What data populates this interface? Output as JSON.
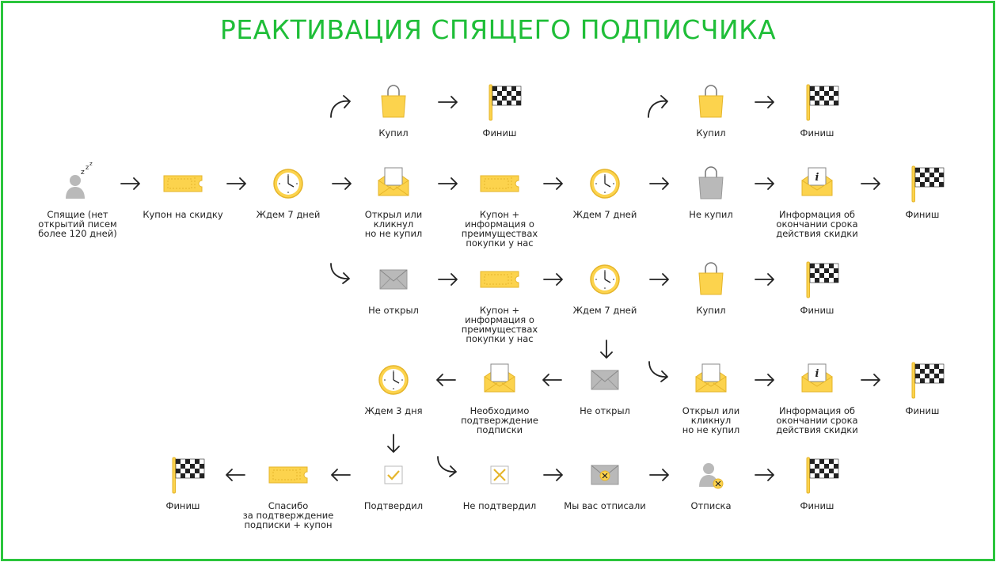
{
  "title": "РЕАКТИВАЦИЯ СПЯЩЕГО ПОДПИСЧИКА",
  "colors": {
    "accent": "#2bc53c",
    "title": "#1fbe38",
    "yellow": "#fcd34d",
    "yellow_stroke": "#e5b52b",
    "gray": "#b9b9b9",
    "dark": "#222222"
  },
  "nodes": [
    {
      "id": "n1",
      "icon": "sleeping-user-icon",
      "label": "Спящие (нет\nоткрытий писем\nболее 120 дней)"
    },
    {
      "id": "n2",
      "icon": "coupon-icon",
      "label": "Купон на скидку"
    },
    {
      "id": "n3",
      "icon": "clock-icon",
      "label": "Ждем 7 дней"
    },
    {
      "id": "n4",
      "icon": "open-letter-icon",
      "label": "Открыл или\nкликнул\nно не купил"
    },
    {
      "id": "n5",
      "icon": "coupon-icon",
      "label": "Купон +\nинформация о\nпреимуществах\nпокупки у нас"
    },
    {
      "id": "n6",
      "icon": "clock-icon",
      "label": "Ждем 7 дней"
    },
    {
      "id": "n7",
      "icon": "gray-bag-icon",
      "label": "Не купил"
    },
    {
      "id": "n8",
      "icon": "info-letter-icon",
      "label": "Информация об\nокончании срока\nдействия скидки"
    },
    {
      "id": "n9",
      "icon": "finish-flag-icon",
      "label": "Финиш"
    },
    {
      "id": "n10",
      "icon": "shopping-bag-icon",
      "label": "Купил"
    },
    {
      "id": "n11",
      "icon": "finish-flag-icon",
      "label": "Финиш"
    },
    {
      "id": "n12",
      "icon": "shopping-bag-icon",
      "label": "Купил"
    },
    {
      "id": "n13",
      "icon": "finish-flag-icon",
      "label": "Финиш"
    },
    {
      "id": "n14",
      "icon": "closed-letter-icon",
      "label": "Не открыл"
    },
    {
      "id": "n15",
      "icon": "coupon-icon",
      "label": "Купон +\nинформация о\nпреимуществах\nпокупки у нас"
    },
    {
      "id": "n16",
      "icon": "clock-icon",
      "label": "Ждем 7 дней"
    },
    {
      "id": "n17",
      "icon": "shopping-bag-icon",
      "label": "Купил"
    },
    {
      "id": "n18",
      "icon": "finish-flag-icon",
      "label": "Финиш"
    },
    {
      "id": "n19",
      "icon": "clock-icon",
      "label": "Ждем 3 дня"
    },
    {
      "id": "n20",
      "icon": "open-letter-icon",
      "label": "Необходимо\nподтверждение\nподписки"
    },
    {
      "id": "n21",
      "icon": "closed-letter-icon",
      "label": "Не открыл"
    },
    {
      "id": "n22",
      "icon": "open-letter-icon",
      "label": "Открыл или\nкликнул\nно не купил"
    },
    {
      "id": "n23",
      "icon": "info-letter-icon",
      "label": "Информация об\nокончании срока\nдействия скидки"
    },
    {
      "id": "n24",
      "icon": "finish-flag-icon",
      "label": "Финиш"
    },
    {
      "id": "n25",
      "icon": "finish-flag-icon",
      "label": "Финиш"
    },
    {
      "id": "n26",
      "icon": "coupon-icon",
      "label": "Спасибо\nза подтверждение\nподписки + купон"
    },
    {
      "id": "n27",
      "icon": "checkbox-icon",
      "label": "Подтвердил"
    },
    {
      "id": "n28",
      "icon": "cross-box-icon",
      "label": "Не подтвердил"
    },
    {
      "id": "n29",
      "icon": "unsubscribed-letter-icon",
      "label": "Мы вас отписали"
    },
    {
      "id": "n30",
      "icon": "unsubscribe-user-icon",
      "label": "Отписка"
    },
    {
      "id": "n31",
      "icon": "finish-flag-icon",
      "label": "Финиш"
    }
  ],
  "edges": [
    [
      "n1",
      "n2"
    ],
    [
      "n2",
      "n3"
    ],
    [
      "n3",
      "n4"
    ],
    [
      "n3",
      "n10"
    ],
    [
      "n3",
      "n14"
    ],
    [
      "n10",
      "n11"
    ],
    [
      "n4",
      "n5"
    ],
    [
      "n5",
      "n6"
    ],
    [
      "n6",
      "n7"
    ],
    [
      "n6",
      "n12"
    ],
    [
      "n12",
      "n13"
    ],
    [
      "n7",
      "n8"
    ],
    [
      "n8",
      "n9"
    ],
    [
      "n14",
      "n15"
    ],
    [
      "n15",
      "n16"
    ],
    [
      "n16",
      "n17"
    ],
    [
      "n17",
      "n18"
    ],
    [
      "n16",
      "n21"
    ],
    [
      "n21",
      "n22"
    ],
    [
      "n22",
      "n23"
    ],
    [
      "n23",
      "n24"
    ],
    [
      "n21",
      "n20"
    ],
    [
      "n20",
      "n19"
    ],
    [
      "n19",
      "n27"
    ],
    [
      "n19",
      "n28"
    ],
    [
      "n27",
      "n26"
    ],
    [
      "n26",
      "n25"
    ],
    [
      "n28",
      "n29"
    ],
    [
      "n29",
      "n30"
    ],
    [
      "n30",
      "n31"
    ]
  ]
}
